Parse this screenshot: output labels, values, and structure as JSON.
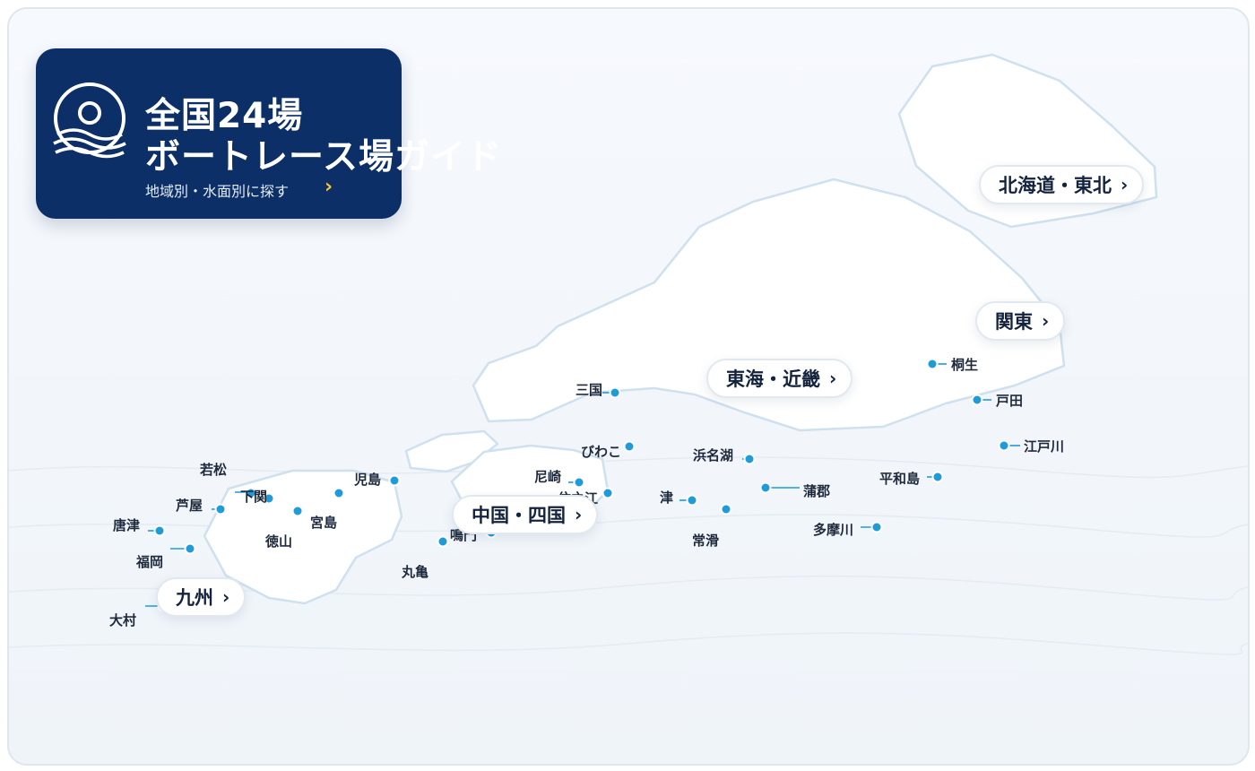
{
  "header": {
    "title_line1": "全国24場",
    "title_line2": "ボートレース場ガイド",
    "subtitle": "地域別・水面別に探す",
    "chevron": "›",
    "logo_icon": "boat-race-logo-icon"
  },
  "regions": [
    {
      "id": "hokkaido-tohoku",
      "label": "北海道・東北",
      "chevron": "›"
    },
    {
      "id": "kanto",
      "label": "関東",
      "chevron": "›"
    },
    {
      "id": "tokai-kinki",
      "label": "東海・近畿",
      "chevron": "›"
    },
    {
      "id": "chugoku-shikoku",
      "label": "中国・四国",
      "chevron": "›"
    },
    {
      "id": "kyushu",
      "label": "九州",
      "chevron": "›"
    }
  ],
  "venues": [
    {
      "id": "kiryu",
      "name": "桐生"
    },
    {
      "id": "toda",
      "name": "戸田"
    },
    {
      "id": "edogawa",
      "name": "江戸川"
    },
    {
      "id": "heiwajima",
      "name": "平和島"
    },
    {
      "id": "tamagawa",
      "name": "多摩川"
    },
    {
      "id": "hamanako",
      "name": "浜名湖"
    },
    {
      "id": "gamagori",
      "name": "蒲郡"
    },
    {
      "id": "tokoname",
      "name": "常滑"
    },
    {
      "id": "tsu",
      "name": "津"
    },
    {
      "id": "mikuni",
      "name": "三国"
    },
    {
      "id": "biwako",
      "name": "びわこ"
    },
    {
      "id": "suminoe",
      "name": "住之江"
    },
    {
      "id": "amagasaki",
      "name": "尼崎"
    },
    {
      "id": "naruto",
      "name": "鳴門"
    },
    {
      "id": "marugame",
      "name": "丸亀"
    },
    {
      "id": "kojima",
      "name": "児島"
    },
    {
      "id": "miyajima",
      "name": "宮島"
    },
    {
      "id": "tokuyama",
      "name": "徳山"
    },
    {
      "id": "shimonoseki",
      "name": "下関"
    },
    {
      "id": "wakamatsu",
      "name": "若松"
    },
    {
      "id": "ashiya",
      "name": "芦屋"
    },
    {
      "id": "fukuoka",
      "name": "福岡"
    },
    {
      "id": "karatsu",
      "name": "唐津"
    },
    {
      "id": "omura",
      "name": "大村"
    }
  ],
  "colors": {
    "card": "#0b2f66",
    "marker": "#1f9bd7",
    "accent": "#f4c542",
    "land_stroke": "#cfe0ee"
  }
}
